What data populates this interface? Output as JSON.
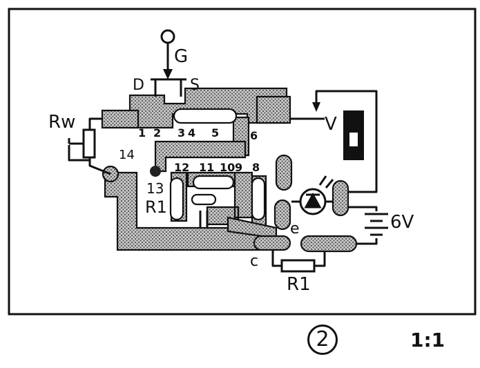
{
  "labels": {
    "gate": "G",
    "drain": "D",
    "source": "S",
    "rw": "Rw",
    "t14": "14",
    "t13": "13",
    "r1_inner": "R1",
    "r1_outer": "R1",
    "v": "V",
    "voltage": "6V",
    "emitter": "e",
    "collector": "c",
    "pins_top": [
      "1",
      "2",
      "3",
      "4",
      "5",
      "6"
    ],
    "pins_bottom": [
      "12",
      "11",
      "10",
      "9",
      "8"
    ]
  },
  "figure_number": "2",
  "scale": "1:1",
  "colors": {
    "ink": "#111111",
    "paper": "#ffffff",
    "hatch": "#b5b5b5"
  }
}
